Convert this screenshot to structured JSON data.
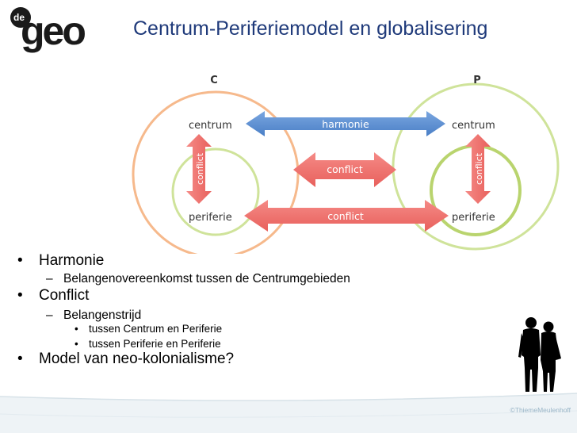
{
  "logo": {
    "small": "de",
    "main": "geo"
  },
  "title": "Centrum-Periferiemodel en globalisering",
  "diagram": {
    "label_c": "C",
    "label_p": "P",
    "left_centrum": "centrum",
    "left_periferie": "periferie",
    "right_centrum": "centrum",
    "right_periferie": "periferie",
    "arrow_harmonie": "harmonie",
    "arrow_conflict_mid": "conflict",
    "arrow_conflict_bottom": "conflict",
    "arrow_conflict_left": "conflict",
    "arrow_conflict_right": "conflict",
    "colors": {
      "orange": "#f6b98c",
      "green": "#cfe39a",
      "blue": "#5b8ed1",
      "red": "#ee6b67",
      "text": "#333333"
    }
  },
  "bullets": {
    "harmonie": "Harmonie",
    "harmonie_sub": "Belangenovereenkomst tussen de Centrumgebieden",
    "conflict": "Conflict",
    "conflict_sub": "Belangenstrijd",
    "conflict_sub_1": "tussen Centrum en Periferie",
    "conflict_sub_2": "tussen Periferie en Periferie",
    "model": "Model van neo-kolonialisme?"
  },
  "symbols": {
    "bullet": "•",
    "dash": "–"
  },
  "copyright": "©ThiemeMeulenhoff"
}
